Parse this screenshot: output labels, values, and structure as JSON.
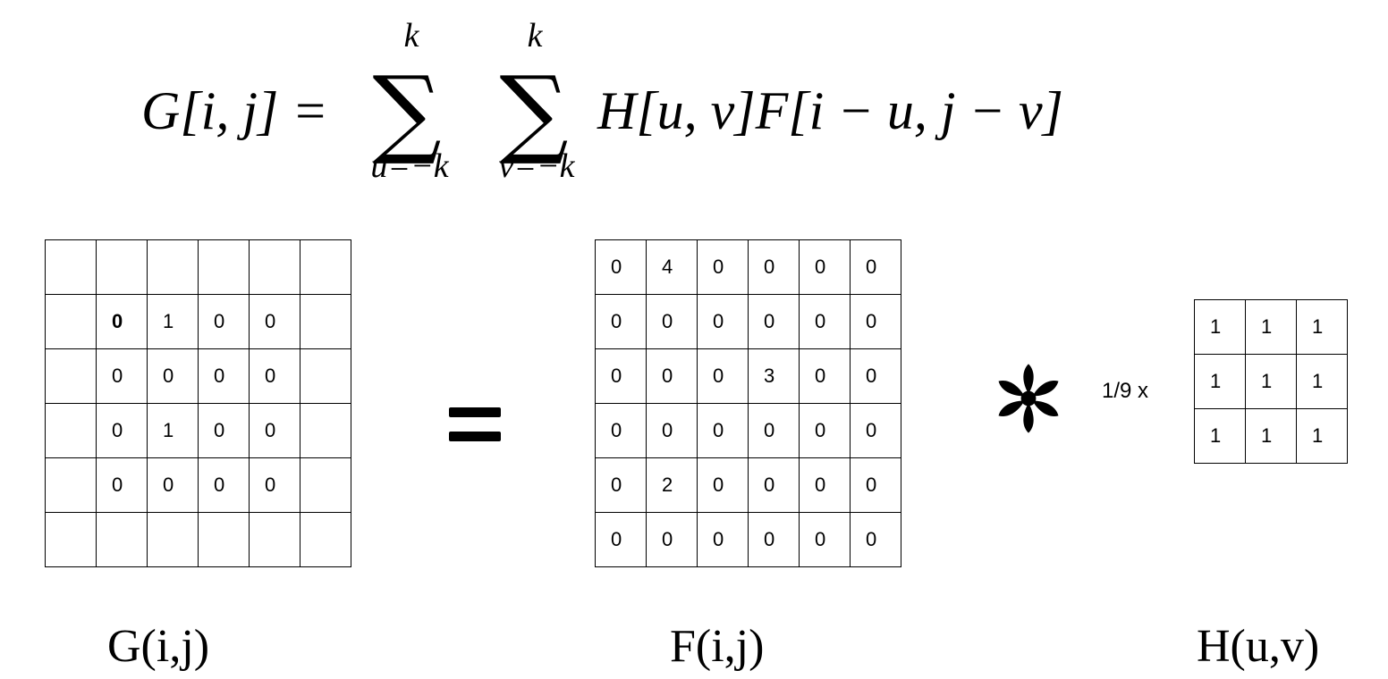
{
  "equation": {
    "lhs": "G[i, j] =",
    "sum1_upper": "k",
    "sum1_lower": "u=−k",
    "sum2_upper": "k",
    "sum2_lower": "v=−k",
    "sum_symbol": "∑",
    "rhs": "H[u, v]F[i − u, j − v]"
  },
  "output_grid": {
    "label": "G(i,j)",
    "rows": [
      [
        "",
        "",
        "",
        "",
        "",
        ""
      ],
      [
        "",
        "0",
        "1",
        "0",
        "0",
        ""
      ],
      [
        "",
        "0",
        "0",
        "0",
        "0",
        ""
      ],
      [
        "",
        "0",
        "1",
        "0",
        "0",
        ""
      ],
      [
        "",
        "0",
        "0",
        "0",
        "0",
        ""
      ],
      [
        "",
        "",
        "",
        "",
        "",
        ""
      ]
    ]
  },
  "input_grid": {
    "label": "F(i,j)",
    "rows": [
      [
        "0",
        "4",
        "0",
        "0",
        "0",
        "0"
      ],
      [
        "0",
        "0",
        "0",
        "0",
        "0",
        "0"
      ],
      [
        "0",
        "0",
        "0",
        "3",
        "0",
        "0"
      ],
      [
        "0",
        "0",
        "0",
        "0",
        "0",
        "0"
      ],
      [
        "0",
        "2",
        "0",
        "0",
        "0",
        "0"
      ],
      [
        "0",
        "0",
        "0",
        "0",
        "0",
        "0"
      ]
    ]
  },
  "kernel_grid": {
    "label": "H(u,v)",
    "scale": "1/9  x",
    "rows": [
      [
        "1",
        "1",
        "1"
      ],
      [
        "1",
        "1",
        "1"
      ],
      [
        "1",
        "1",
        "1"
      ]
    ]
  },
  "operators": {
    "equals_icon": "equals-sign-icon",
    "convolve_icon": "asterisk-icon"
  }
}
